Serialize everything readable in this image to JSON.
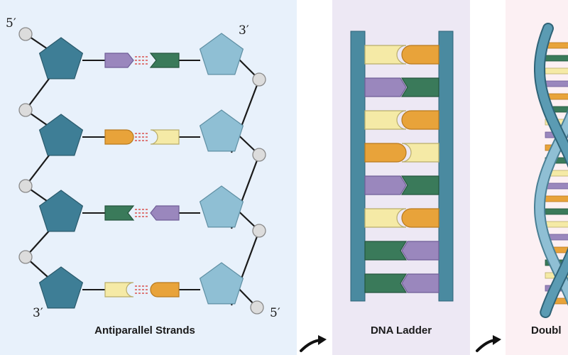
{
  "panels": {
    "antiparallel": {
      "caption": "Antiparallel Strands",
      "end_labels": {
        "left_top": "5′",
        "right_top": "3′",
        "left_bottom": "3′",
        "right_bottom": "5′"
      },
      "pairs": [
        [
          "purple",
          "green"
        ],
        [
          "orange",
          "yellow"
        ],
        [
          "green",
          "purple"
        ],
        [
          "yellow",
          "orange"
        ]
      ]
    },
    "ladder": {
      "caption": "DNA Ladder",
      "rungs": [
        [
          "yellow",
          "orange"
        ],
        [
          "purple",
          "green"
        ],
        [
          "yellow",
          "orange"
        ],
        [
          "orange",
          "yellow"
        ],
        [
          "purple",
          "green"
        ],
        [
          "yellow",
          "orange"
        ],
        [
          "green",
          "purple"
        ],
        [
          "green",
          "purple"
        ]
      ]
    },
    "helix": {
      "caption": "Doubl"
    }
  },
  "colors": {
    "panel_left_bg": "#e8f1fb",
    "panel_mid_bg": "#ede8f4",
    "panel_right_bg": "#fcf0f3",
    "sugar_dark": "#3e7e96",
    "sugar_light": "#8fbfd4",
    "phosphate": "#dcdcdc",
    "backbone_line": "#1a1a1a",
    "hbond": "#d9534f",
    "rail": "#4a8aa0",
    "purple": "#9a87bd",
    "green": "#3a7a5a",
    "orange": "#e8a33a",
    "yellow": "#f5eaa6",
    "arrow": "#111111"
  }
}
